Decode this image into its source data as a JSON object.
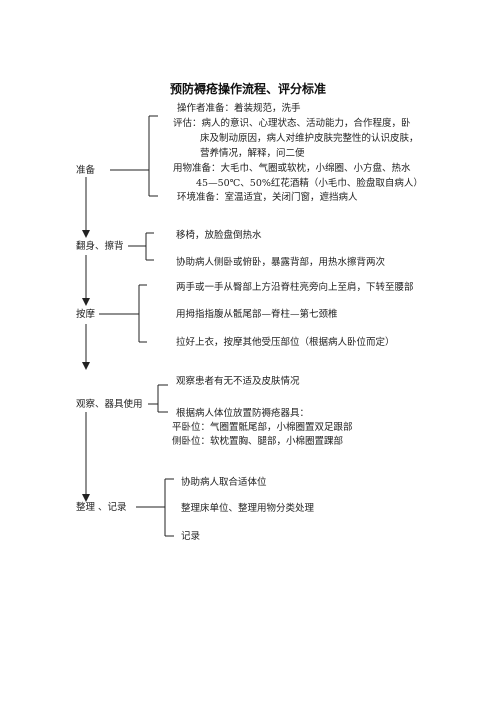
{
  "title": "预防褥疮操作流程、评分标准",
  "steps": [
    {
      "label": "准备",
      "items": [
        "操作者准备：着装规范，洗手",
        "评估：病人的意识、心理状态、活动能力，合作程度，卧",
        "床及制动原因，病人对维护皮肤完整性的认识皮肤，",
        "营养情况，解释，问二便",
        "用物准备：大毛巾、气圈或软枕，小绵圈、小方盘、热水",
        "45—50℃、50%红花酒精（小毛巾、脸盘取自病人）",
        "环境准备：室温适宜，关闭门窗，遮挡病人"
      ]
    },
    {
      "label": "翻身、擦背",
      "items": [
        "移椅，放脸盘倒热水",
        "协助病人侧卧或俯卧，暴露背部，用热水擦背两次"
      ]
    },
    {
      "label": "按摩",
      "items": [
        "两手或一手从臀部上方沿脊柱亮旁向上至肩，下转至腰部",
        "用拇指指腹从骶尾部—脊柱—第七颈椎",
        "拉好上衣，按摩其他受压部位（根据病人卧位而定）"
      ]
    },
    {
      "label": "观察、器具使用",
      "items": [
        "观察患者有无不适及皮肤情况",
        "根据病人体位放置防褥疮器具：",
        "平卧位：气圈置骶尾部，小棉圈置双足跟部",
        "侧卧位：软枕置胸、腿部，小棉圈置踝部"
      ]
    },
    {
      "label": "整理 、记录",
      "items": [
        "协助病人取合适体位",
        "整理床单位、整理用物分类处理",
        "记录"
      ]
    }
  ]
}
